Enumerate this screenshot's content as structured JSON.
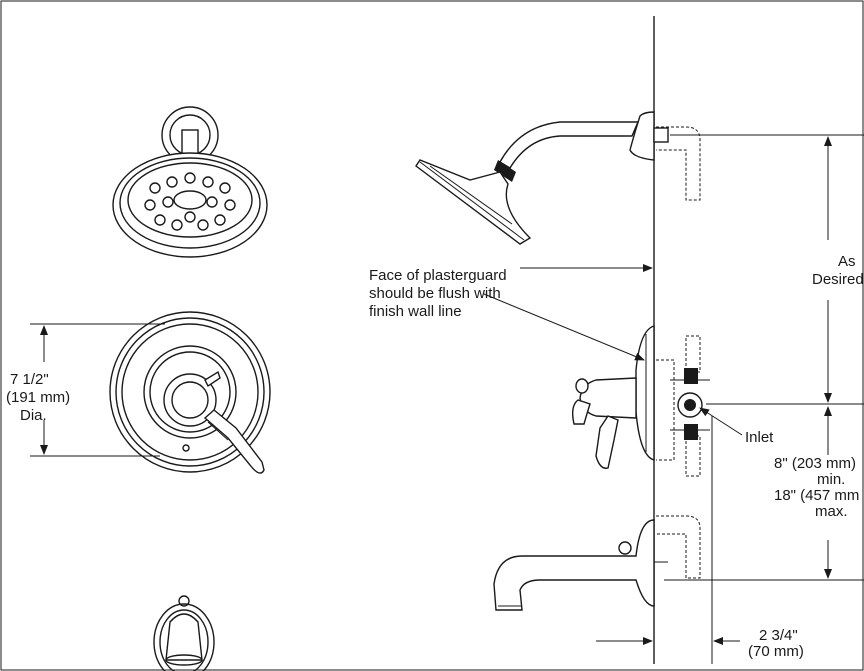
{
  "labels": {
    "plasterguard_line1": "Face of plasterguard",
    "plasterguard_line2": "should be flush with",
    "plasterguard_line3": "finish wall line",
    "as_desired_1": "As",
    "as_desired_2": "Desired",
    "inlet": "Inlet",
    "dia_1": "7 1/2\"",
    "dia_2": "(191 mm)",
    "dia_3": "Dia.",
    "height_1": "8\" (203 mm)",
    "height_2": "min.",
    "height_3": "18\" (457 mm",
    "height_4": "max.",
    "depth_1": "2 3/4\"",
    "depth_2": "(70 mm)"
  },
  "icons": {
    "showerhead_front": "showerhead-front-icon",
    "valve_trim_front": "valve-trim-front-icon",
    "tub_spout_front": "tub-spout-front-icon",
    "showerhead_side": "showerhead-side-icon",
    "valve_side": "valve-side-icon",
    "tub_spout_side": "tub-spout-side-icon"
  },
  "colors": {
    "line": "#1a1a1a",
    "background": "#ffffff"
  }
}
